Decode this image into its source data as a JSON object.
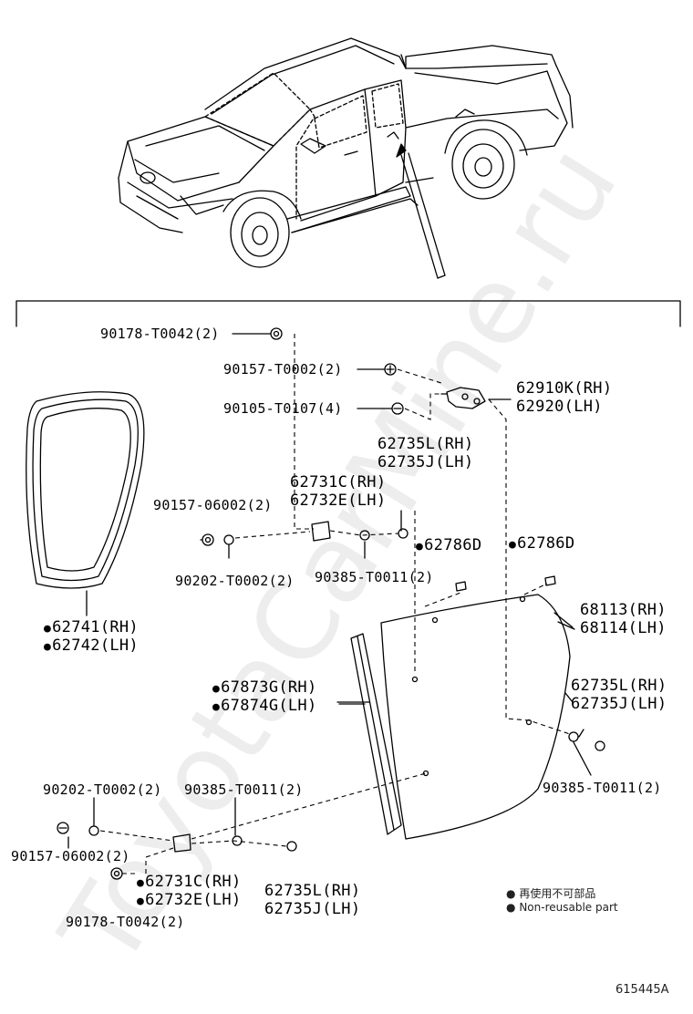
{
  "watermark": "ToyotaCarMine.ru",
  "labels": {
    "p90178_top": "90178-T0042(2)",
    "p90157_t0002": "90157-T0002(2)",
    "p90105": "90105-T0107(4)",
    "p62910k": "62910K(RH)",
    "p62920": "62920(LH)",
    "p62735l_a": "62735L(RH)",
    "p62735j_a": "62735J(LH)",
    "p62731c_a": "62731C(RH)",
    "p62732e_a": "62732E(LH)",
    "p90157_06002_top": "90157-06002(2)",
    "p62786d_left": "62786D",
    "p62786d_right": "62786D",
    "p90202_top": "90202-T0002(2)",
    "p90385_mid": "90385-T0011(2)",
    "p68113": "68113(RH)",
    "p68114": "68114(LH)",
    "p62741": "62741(RH)",
    "p62742": "62742(LH)",
    "p67873g": "67873G(RH)",
    "p67874g": "67874G(LH)",
    "p62735l_b": "62735L(RH)",
    "p62735j_b": "62735J(LH)",
    "p90385_right": "90385-T0011(2)",
    "p90202_bot": "90202-T0002(2)",
    "p90385_bot": "90385-T0011(2)",
    "p90157_06002_bot": "90157-06002(2)",
    "p62731c_b": "62731C(RH)",
    "p62732e_b": "62732E(LH)",
    "p62735l_c": "62735L(RH)",
    "p62735j_c": "62735J(LH)",
    "p90178_bot": "90178-T0042(2)"
  },
  "dot_symbol": "●",
  "legend": {
    "line1": "再使用不可部品",
    "line2": "Non-reusable part"
  },
  "figure_code": "615445A"
}
